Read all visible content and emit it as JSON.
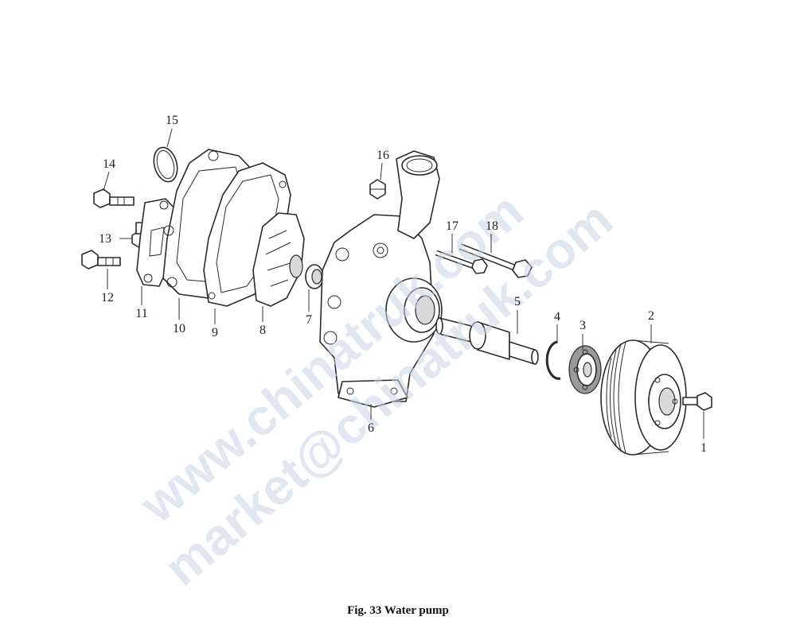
{
  "figure": {
    "caption": "Fig. 33 Water pump"
  },
  "callouts": [
    "1",
    "2",
    "3",
    "4",
    "5",
    "6",
    "7",
    "8",
    "9",
    "10",
    "11",
    "12",
    "13",
    "14",
    "15",
    "16",
    "17",
    "18"
  ],
  "watermark": {
    "line1": "www.chinatruk.com",
    "line2": "market@chinatruk.com"
  }
}
